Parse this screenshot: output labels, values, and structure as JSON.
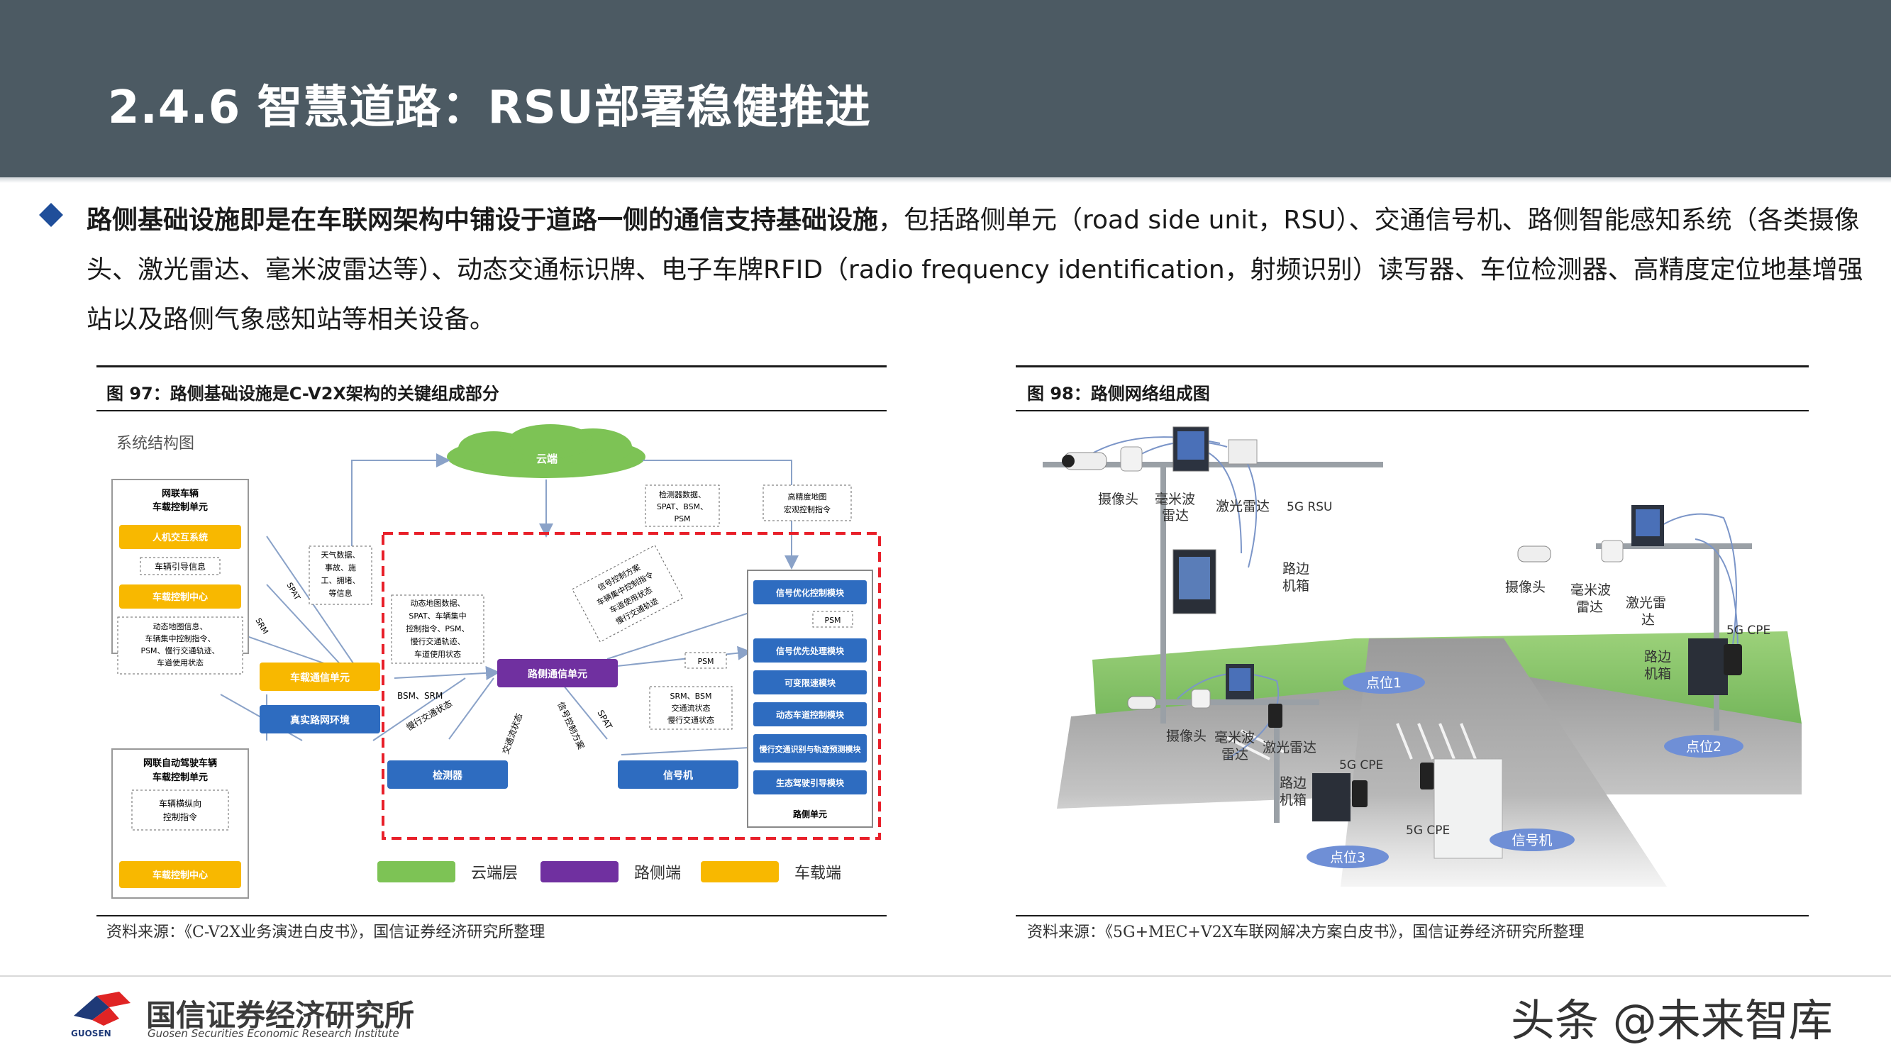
{
  "header": {
    "title": "2.4.6 智慧道路：RSU部署稳健推进"
  },
  "bullet": {
    "lead": "路侧基础设施即是在车联网架构中铺设于道路一侧的通信支持基础设施",
    "rest": "，包括路侧单元（road side unit，RSU）、交通信号机、路侧智能感知系统（各类摄像头、激光雷达、毫米波雷达等）、动态交通标识牌、电子车牌RFID（radio frequency identification，射频识别）读写器、车位检测器、高精度定位地基增强站以及路侧气象感知站等相关设备。"
  },
  "figure97": {
    "title": "图 97：路侧基础设施是C-V2X架构的关键组成部分",
    "source": "资料来源：《C-V2X业务演进白皮书》，国信证券经济研究所整理",
    "diagram": {
      "heading": "系统结构图",
      "cloud": "云端",
      "connected_vehicle_title_1": "网联车辆",
      "connected_vehicle_title_2": "车载控制单元",
      "hmi": "人机交互系统",
      "vehicle_guidance": "车辆引导信息",
      "vehicle_control_center": "车载控制中心",
      "dyn_map_info": [
        "动态地图信息、",
        "车辆集中控制指令、",
        "PSM、慢行交通轨迹、",
        "车道使用状态"
      ],
      "vehicle_comm_unit": "车载通信单元",
      "real_road_env": "真实路网环境",
      "auto_vehicle_title_1": "网联自动驾驶车辆",
      "auto_vehicle_title_2": "车载控制单元",
      "vehicle_long_lat": [
        "车辆横纵向",
        "控制指令"
      ],
      "vehicle_control_center_2": "车载控制中心",
      "weather_info": [
        "天气数据、",
        "事故、施",
        "工、拥堵、",
        "等信息"
      ],
      "spat": "SPAT",
      "srm": "SRM",
      "rsu_to_vehicle": [
        "动态地图数据、",
        "SPAT、车辆集中",
        "控制指令、PSM、",
        "慢行交通轨迹、",
        "车道使用状态"
      ],
      "bsm_srm": "BSM、SRM",
      "slow_traffic_state": "慢行交通状态",
      "detector_data": [
        "检测器数据、",
        "SPAT、BSM、",
        "PSM"
      ],
      "hd_map": [
        "高精度地图",
        "宏观控制指令"
      ],
      "signal_plan": [
        "信号控制方案",
        "车辆集中控制指令",
        "车道使用状态",
        "慢行交通轨迹"
      ],
      "psm": "PSM",
      "roadside_comm_unit": "路侧通信单元",
      "psm2": "PSM",
      "srm_bsm": [
        "SRM、BSM",
        "交通流状态",
        "慢行交通状态"
      ],
      "traffic_flow_state": "交通流状态",
      "signal_ctrl": "信号控制方案",
      "spat2": "SPAT",
      "detector": "检测器",
      "signal_machine": "信号机",
      "modules": [
        "信号优化控制模块",
        "信号优先处理模块",
        "可变限速模块",
        "动态车道控制模块",
        "慢行交通识别与轨迹预测模块",
        "生态驾驶引导模块"
      ],
      "psm3": "PSM",
      "roadside_unit": "路侧单元",
      "legend": [
        "云端层",
        "路侧端",
        "车载端"
      ],
      "colors": {
        "cloud": "#7dc355",
        "roadside": "#7030a0",
        "vehicle": "#f8b800",
        "blue": "#2e6cc0",
        "red": "#e8202a"
      }
    }
  },
  "figure98": {
    "title": "图 98：路侧网络组成图",
    "source": "资料来源：《5G+MEC+V2X车联网解决方案白皮书》，国信证券经济研究所整理",
    "labels": {
      "camera_a": "摄像头",
      "mmwave_a": [
        "毫米波",
        "雷达"
      ],
      "lidar_a": "激光雷达",
      "rsu_a": "5G RSU",
      "box_a": [
        "路边",
        "机箱"
      ],
      "point1": "点位1",
      "camera_b": "摄像头",
      "mmwave_b": [
        "毫米波",
        "雷达"
      ],
      "lidar_b": [
        "激光雷",
        "达"
      ],
      "cpe_b": "5G CPE",
      "box_b": [
        "路边",
        "机箱"
      ],
      "point2": "点位2",
      "camera_c": "摄像头",
      "mmwave_c": [
        "毫米波",
        "雷达"
      ],
      "lidar_c": "激光雷达",
      "cpe_c": "5G CPE",
      "box_c": [
        "路边",
        "机箱"
      ],
      "cpe_d": "5G CPE",
      "signal": "信号机",
      "point3": "点位3"
    }
  },
  "footer": {
    "logo_cn": "国信证券经济研究所",
    "logo_en": "Guosen Securities Economic Research Institute",
    "logo_mini": "GUOSEN",
    "watermark": "头条 @未来智库"
  }
}
